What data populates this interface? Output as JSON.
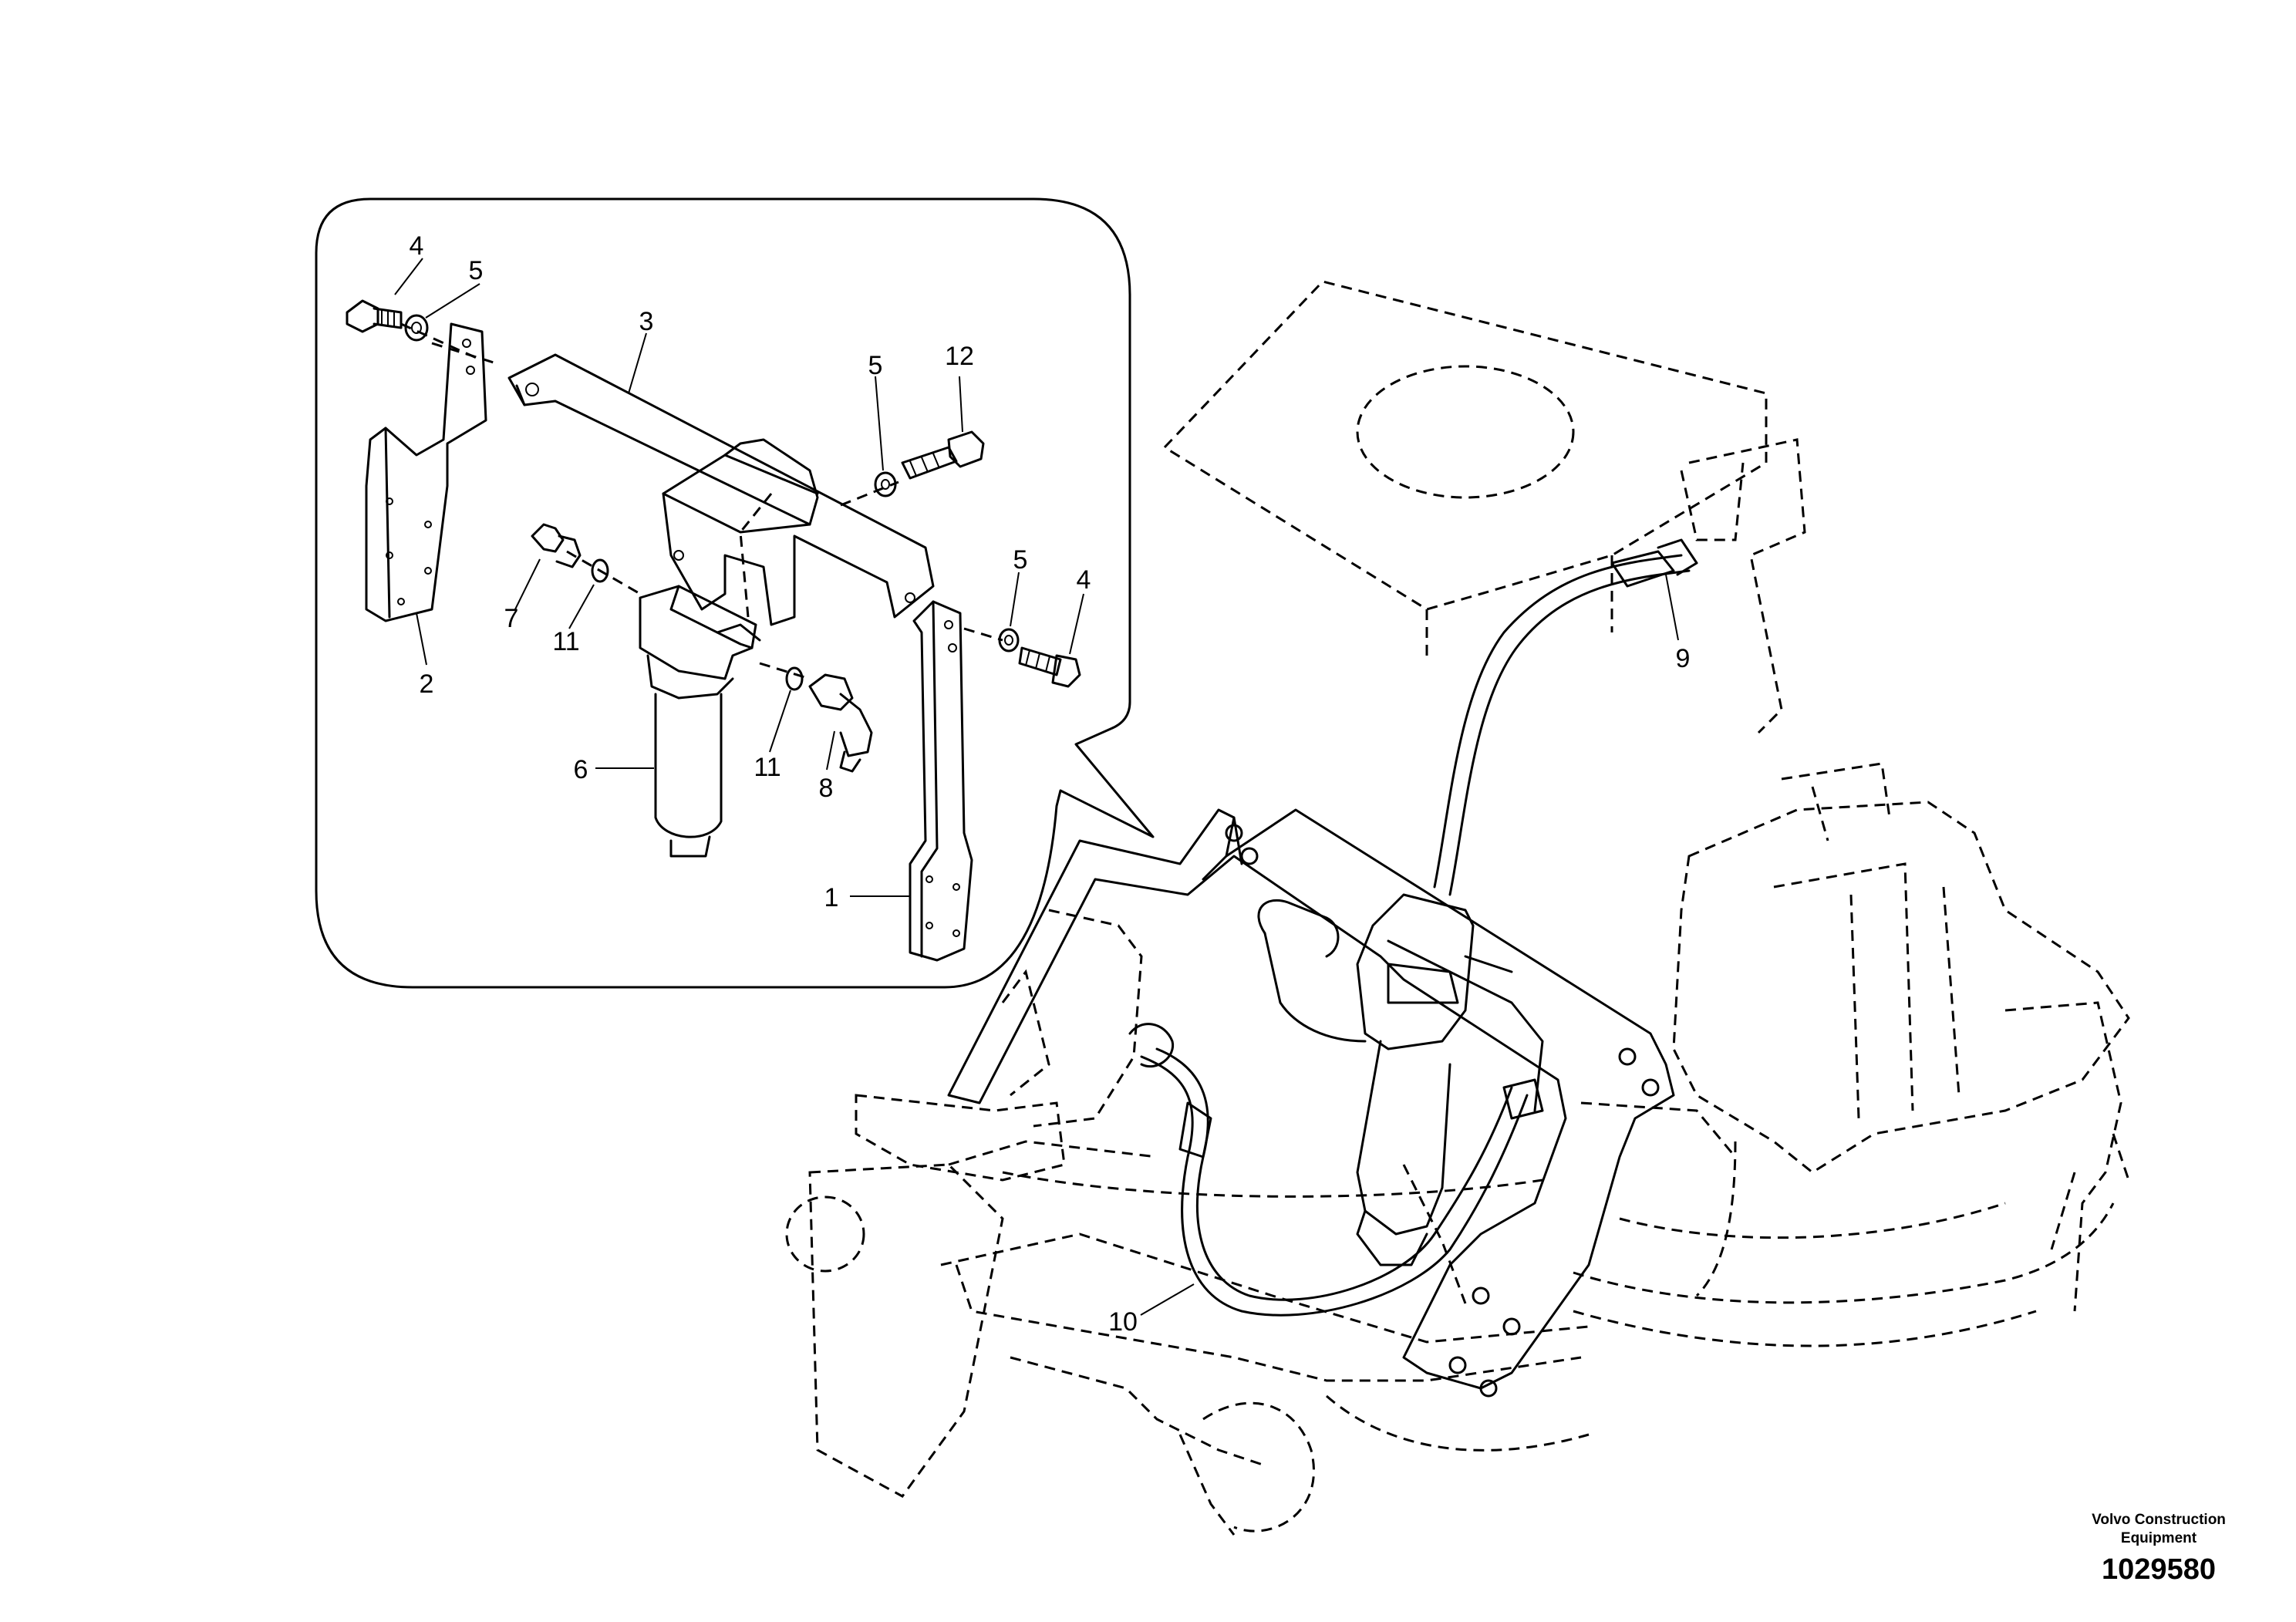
{
  "callouts": [
    {
      "id": "4",
      "label": "4"
    },
    {
      "id": "5",
      "label": "5"
    },
    {
      "id": "3",
      "label": "3"
    },
    {
      "id": "5",
      "label": "5"
    },
    {
      "id": "12",
      "label": "12"
    },
    {
      "id": "2",
      "label": "2"
    },
    {
      "id": "7",
      "label": "7"
    },
    {
      "id": "11",
      "label": "11"
    },
    {
      "id": "5",
      "label": "5"
    },
    {
      "id": "4",
      "label": "4"
    },
    {
      "id": "6",
      "label": "6"
    },
    {
      "id": "11",
      "label": "11"
    },
    {
      "id": "8",
      "label": "8"
    },
    {
      "id": "1",
      "label": "1"
    },
    {
      "id": "9",
      "label": "9"
    },
    {
      "id": "10",
      "label": "10"
    }
  ],
  "footer": {
    "manufacturer_line1": "Volvo Construction",
    "manufacturer_line2": "Equipment",
    "drawing_number": "1029580"
  }
}
